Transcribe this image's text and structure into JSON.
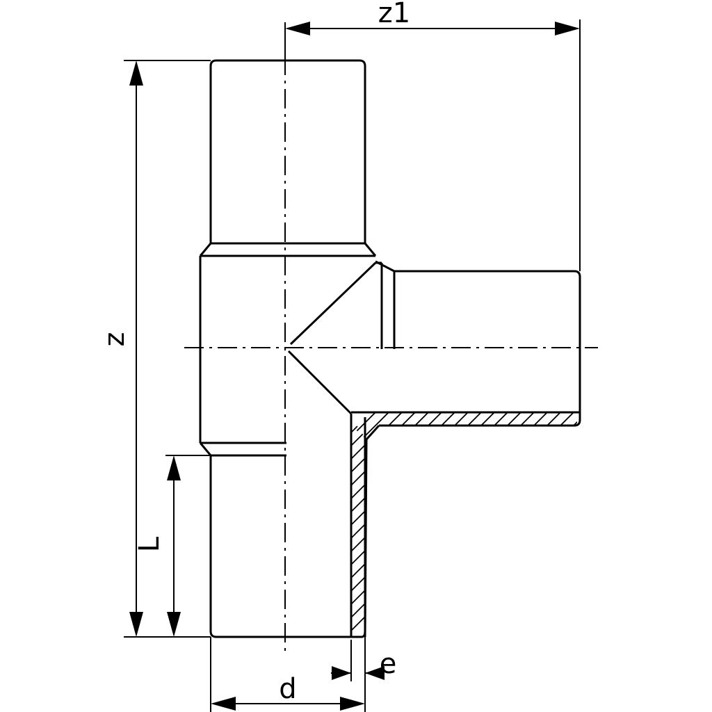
{
  "labels": {
    "z1": "z1",
    "z": "z",
    "L": "L",
    "d": "d",
    "e": "e"
  }
}
